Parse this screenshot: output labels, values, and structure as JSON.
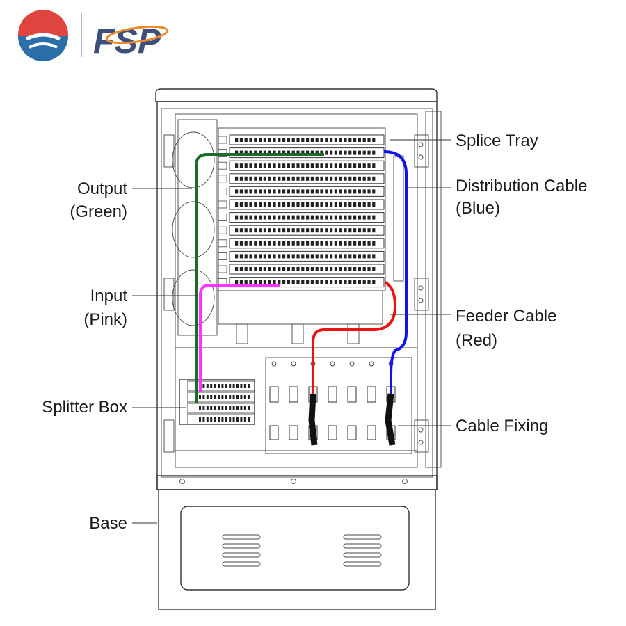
{
  "brand": {
    "name": "FSP",
    "colors": {
      "red": "#e0443e",
      "blue": "#2b6fa8",
      "navy": "#3d4f7a",
      "orange": "#ef8a2c"
    }
  },
  "labels": {
    "splice_tray": "Splice Tray",
    "distribution_cable_1": "Distribution Cable",
    "distribution_cable_2": "(Blue)",
    "output_1": "Output",
    "output_2": "(Green)",
    "input_1": "Input",
    "input_2": "(Pink)",
    "feeder_cable_1": "Feeder Cable",
    "feeder_cable_2": "(Red)",
    "splitter_box": "Splitter Box",
    "cable_fixing": "Cable Fixing",
    "base": "Base"
  },
  "cable_colors": {
    "output": "#1b6b2a",
    "input": "#ff33ff",
    "feeder": "#ee1111",
    "distribution": "#1111ee"
  }
}
